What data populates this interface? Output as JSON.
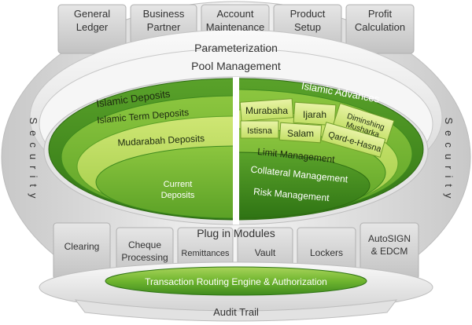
{
  "top_modules": [
    {
      "lines": [
        "General",
        "Ledger"
      ]
    },
    {
      "lines": [
        "Business",
        "Partner"
      ]
    },
    {
      "lines": [
        "Account",
        "Maintenance"
      ]
    },
    {
      "lines": [
        "Product",
        "Setup"
      ]
    },
    {
      "lines": [
        "Profit",
        "Calculation"
      ]
    }
  ],
  "parameterization": "Parameterization",
  "pool_management": "Pool Management",
  "security_left": "Security",
  "security_right": "Security",
  "deposits": {
    "title": "Islamic Deposits",
    "term": "Islamic Term Deposits",
    "mudarabah": "Mudarabah Deposits",
    "current": [
      "Current",
      "Deposits"
    ]
  },
  "advances": {
    "title": "Islamic Advances",
    "murabaha": "Murabaha",
    "ijarah": "Ijarah",
    "diminishing": [
      "Diminshing",
      "Musharka"
    ],
    "istisna": "Istisna",
    "salam": "Salam",
    "qard": "Qard-e-Hasna",
    "limit": "Limit Management",
    "collateral": "Collateral Management",
    "risk": "Risk Management"
  },
  "plug_in_modules": "Plug in Modules",
  "bottom_modules": [
    {
      "lines": [
        "Clearing"
      ]
    },
    {
      "lines": [
        "Cheque",
        "Processing"
      ]
    },
    {
      "lines": [
        "Remittances"
      ]
    },
    {
      "lines": [
        "Vault"
      ]
    },
    {
      "lines": [
        "Lockers"
      ]
    },
    {
      "lines": [
        "AutoSIGN",
        "& EDCM"
      ]
    }
  ],
  "transaction_engine": "Transaction Routing Engine & Authorization",
  "audit_trail": "Audit Trail",
  "colors": {
    "grey_light": "#f2f2f2",
    "grey_mid": "#d0d0d0",
    "grey_dark": "#b4b4b4",
    "green_dark": "#3f8a1e",
    "green_mid": "#6db52e",
    "green_light": "#b7d95a",
    "green_pale": "#d9ec8a"
  }
}
